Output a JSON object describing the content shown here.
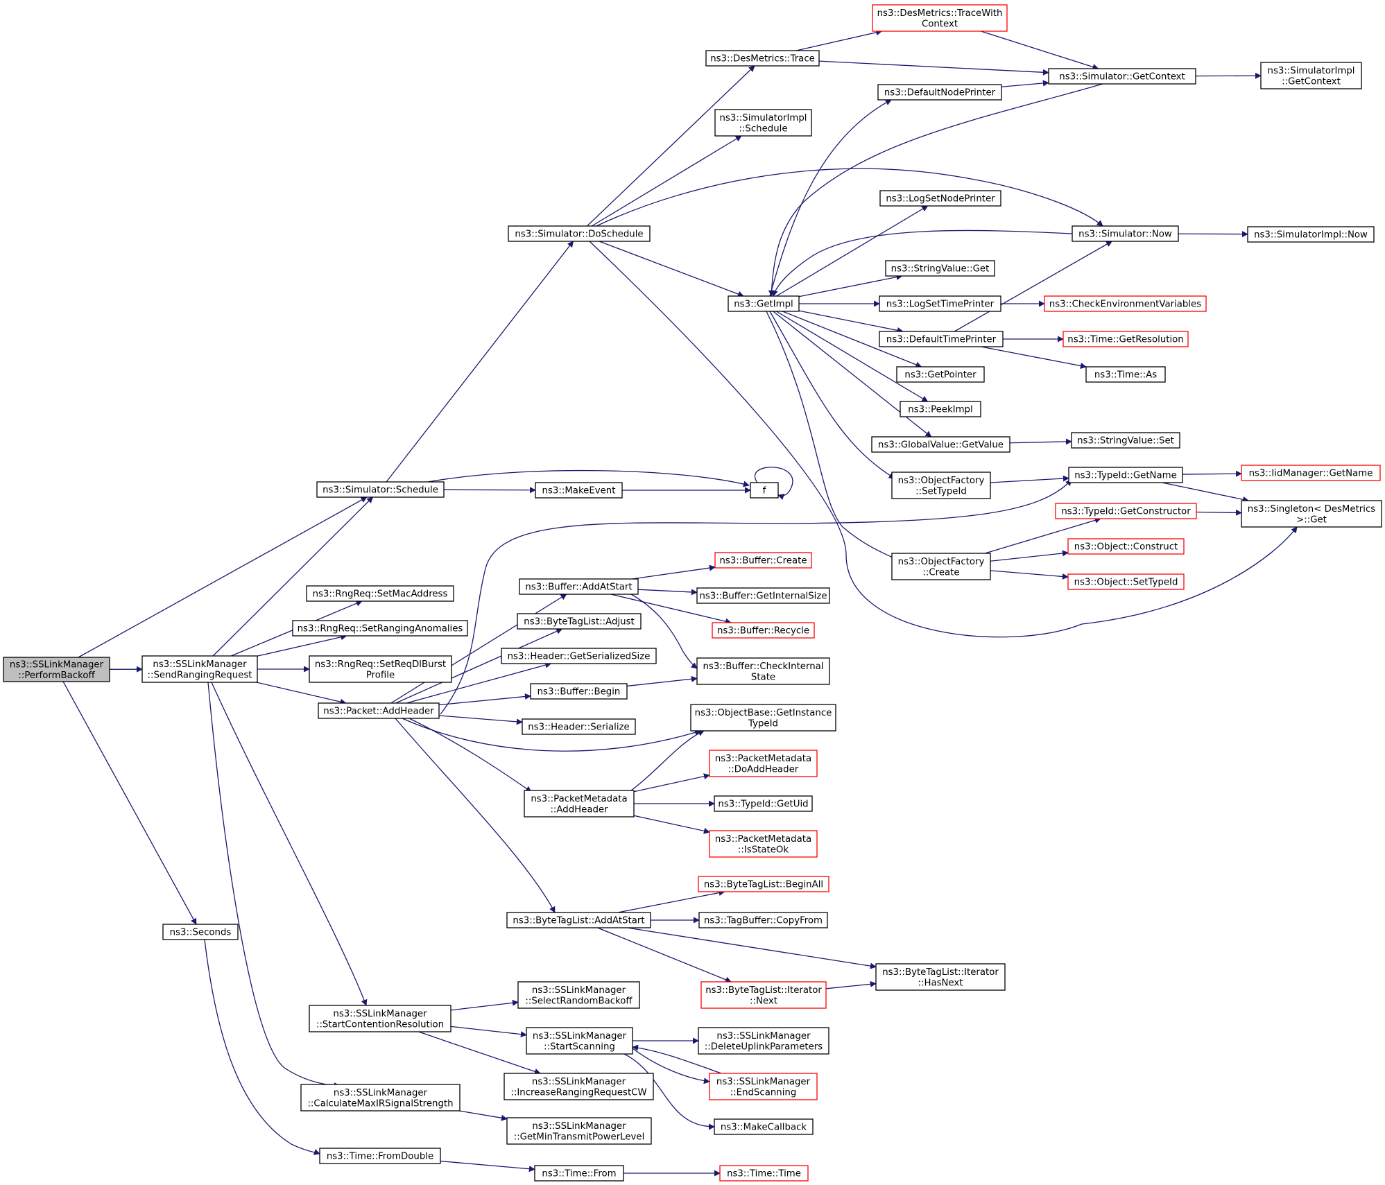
{
  "colors": {
    "edge": "#191970",
    "node_border": "#000000",
    "node_border_link": "#ff0000",
    "node_fill": "#ffffff",
    "node_fill_focus": "#bfbfbf"
  },
  "nodes": [
    {
      "id": "perform_backoff",
      "lines": [
        "ns3::SSLinkManager",
        "::PerformBackoff"
      ],
      "style": "focus"
    },
    {
      "id": "send_ranging_request",
      "lines": [
        "ns3::SSLinkManager",
        "::SendRangingRequest"
      ],
      "style": "normal"
    },
    {
      "id": "seconds",
      "lines": [
        "ns3::Seconds"
      ],
      "style": "normal"
    },
    {
      "id": "simulator_schedule",
      "lines": [
        "ns3::Simulator::Schedule"
      ],
      "style": "normal"
    },
    {
      "id": "set_mac_address",
      "lines": [
        "ns3::RngReq::SetMacAddress"
      ],
      "style": "normal"
    },
    {
      "id": "set_ranging_anomalies",
      "lines": [
        "ns3::RngReq::SetRangingAnomalies"
      ],
      "style": "normal"
    },
    {
      "id": "set_req_dl_burst_profile",
      "lines": [
        "ns3::RngReq::SetReqDlBurst",
        "Profile"
      ],
      "style": "normal"
    },
    {
      "id": "packet_add_header",
      "lines": [
        "ns3::Packet::AddHeader"
      ],
      "style": "normal"
    },
    {
      "id": "start_contention_resolution",
      "lines": [
        "ns3::SSLinkManager",
        "::StartContentionResolution"
      ],
      "style": "normal"
    },
    {
      "id": "calculate_max_ir",
      "lines": [
        "ns3::SSLinkManager",
        "::CalculateMaxIRSignalStrength"
      ],
      "style": "normal"
    },
    {
      "id": "time_from_double",
      "lines": [
        "ns3::Time::FromDouble"
      ],
      "style": "normal"
    },
    {
      "id": "simulator_do_schedule",
      "lines": [
        "ns3::Simulator::DoSchedule"
      ],
      "style": "normal"
    },
    {
      "id": "make_event",
      "lines": [
        "ns3::MakeEvent"
      ],
      "style": "normal"
    },
    {
      "id": "f",
      "lines": [
        "f"
      ],
      "style": "normal"
    },
    {
      "id": "buffer_add_at_start",
      "lines": [
        "ns3::Buffer::AddAtStart"
      ],
      "style": "normal"
    },
    {
      "id": "byte_tag_list_adjust",
      "lines": [
        "ns3::ByteTagList::Adjust"
      ],
      "style": "normal"
    },
    {
      "id": "header_get_serialized_size",
      "lines": [
        "ns3::Header::GetSerializedSize"
      ],
      "style": "normal"
    },
    {
      "id": "buffer_begin",
      "lines": [
        "ns3::Buffer::Begin"
      ],
      "style": "normal"
    },
    {
      "id": "header_serialize",
      "lines": [
        "ns3::Header::Serialize"
      ],
      "style": "normal"
    },
    {
      "id": "packet_metadata_add_header",
      "lines": [
        "ns3::PacketMetadata",
        "::AddHeader"
      ],
      "style": "normal"
    },
    {
      "id": "byte_tag_list_add_at_start",
      "lines": [
        "ns3::ByteTagList::AddAtStart"
      ],
      "style": "normal"
    },
    {
      "id": "select_random_backoff",
      "lines": [
        "ns3::SSLinkManager",
        "::SelectRandomBackoff"
      ],
      "style": "normal"
    },
    {
      "id": "start_scanning",
      "lines": [
        "ns3::SSLinkManager",
        "::StartScanning"
      ],
      "style": "normal"
    },
    {
      "id": "increase_ranging_request_cw",
      "lines": [
        "ns3::SSLinkManager",
        "::IncreaseRangingRequestCW"
      ],
      "style": "normal"
    },
    {
      "id": "get_min_transmit_power_level",
      "lines": [
        "ns3::SSLinkManager",
        "::GetMinTransmitPowerLevel"
      ],
      "style": "normal"
    },
    {
      "id": "time_from",
      "lines": [
        "ns3::Time::From"
      ],
      "style": "normal"
    },
    {
      "id": "des_metrics_trace",
      "lines": [
        "ns3::DesMetrics::Trace"
      ],
      "style": "normal"
    },
    {
      "id": "simulator_impl_schedule",
      "lines": [
        "ns3::SimulatorImpl",
        "::Schedule"
      ],
      "style": "normal"
    },
    {
      "id": "get_impl",
      "lines": [
        "ns3::GetImpl"
      ],
      "style": "normal"
    },
    {
      "id": "buffer_create",
      "lines": [
        "ns3::Buffer::Create"
      ],
      "style": "link"
    },
    {
      "id": "buffer_get_internal_size",
      "lines": [
        "ns3::Buffer::GetInternalSize"
      ],
      "style": "normal"
    },
    {
      "id": "buffer_recycle",
      "lines": [
        "ns3::Buffer::Recycle"
      ],
      "style": "link"
    },
    {
      "id": "buffer_check_internal_state",
      "lines": [
        "ns3::Buffer::CheckInternal",
        "State"
      ],
      "style": "normal"
    },
    {
      "id": "object_base_get_instance_type_id",
      "lines": [
        "ns3::ObjectBase::GetInstance",
        "TypeId"
      ],
      "style": "normal"
    },
    {
      "id": "packet_metadata_do_add_header",
      "lines": [
        "ns3::PacketMetadata",
        "::DoAddHeader"
      ],
      "style": "link"
    },
    {
      "id": "type_id_get_uid",
      "lines": [
        "ns3::TypeId::GetUid"
      ],
      "style": "normal"
    },
    {
      "id": "packet_metadata_is_state_ok",
      "lines": [
        "ns3::PacketMetadata",
        "::IsStateOk"
      ],
      "style": "link"
    },
    {
      "id": "byte_tag_list_begin_all",
      "lines": [
        "ns3::ByteTagList::BeginAll"
      ],
      "style": "link"
    },
    {
      "id": "tag_buffer_copy_from",
      "lines": [
        "ns3::TagBuffer::CopyFrom"
      ],
      "style": "normal"
    },
    {
      "id": "byte_tag_list_iterator_next",
      "lines": [
        "ns3::ByteTagList::Iterator",
        "::Next"
      ],
      "style": "link"
    },
    {
      "id": "delete_uplink_parameters",
      "lines": [
        "ns3::SSLinkManager",
        "::DeleteUplinkParameters"
      ],
      "style": "normal"
    },
    {
      "id": "end_scanning",
      "lines": [
        "ns3::SSLinkManager",
        "::EndScanning"
      ],
      "style": "link"
    },
    {
      "id": "make_callback",
      "lines": [
        "ns3::MakeCallback"
      ],
      "style": "normal"
    },
    {
      "id": "time_time",
      "lines": [
        "ns3::Time::Time"
      ],
      "style": "link"
    },
    {
      "id": "des_metrics_trace_with_context",
      "lines": [
        "ns3::DesMetrics::TraceWith",
        "Context"
      ],
      "style": "link"
    },
    {
      "id": "simulator_get_context",
      "lines": [
        "ns3::Simulator::GetContext"
      ],
      "style": "normal"
    },
    {
      "id": "default_node_printer",
      "lines": [
        "ns3::DefaultNodePrinter"
      ],
      "style": "normal"
    },
    {
      "id": "log_set_node_printer",
      "lines": [
        "ns3::LogSetNodePrinter"
      ],
      "style": "normal"
    },
    {
      "id": "simulator_now",
      "lines": [
        "ns3::Simulator::Now"
      ],
      "style": "normal"
    },
    {
      "id": "string_value_get",
      "lines": [
        "ns3::StringValue::Get"
      ],
      "style": "normal"
    },
    {
      "id": "log_set_time_printer",
      "lines": [
        "ns3::LogSetTimePrinter"
      ],
      "style": "normal"
    },
    {
      "id": "default_time_printer",
      "lines": [
        "ns3::DefaultTimePrinter"
      ],
      "style": "normal"
    },
    {
      "id": "get_pointer",
      "lines": [
        "ns3::GetPointer"
      ],
      "style": "normal"
    },
    {
      "id": "peek_impl",
      "lines": [
        "ns3::PeekImpl"
      ],
      "style": "normal"
    },
    {
      "id": "global_value_get_value",
      "lines": [
        "ns3::GlobalValue::GetValue"
      ],
      "style": "normal"
    },
    {
      "id": "object_factory_set_type_id",
      "lines": [
        "ns3::ObjectFactory",
        "::SetTypeId"
      ],
      "style": "normal"
    },
    {
      "id": "object_factory_create",
      "lines": [
        "ns3::ObjectFactory",
        "::Create"
      ],
      "style": "normal"
    },
    {
      "id": "byte_tag_list_iterator_has_next",
      "lines": [
        "ns3::ByteTagList::Iterator",
        "::HasNext"
      ],
      "style": "normal"
    },
    {
      "id": "simulator_impl_get_context",
      "lines": [
        "ns3::SimulatorImpl",
        "::GetContext"
      ],
      "style": "normal"
    },
    {
      "id": "simulator_impl_now",
      "lines": [
        "ns3::SimulatorImpl::Now"
      ],
      "style": "normal"
    },
    {
      "id": "check_environment_variables",
      "lines": [
        "ns3::CheckEnvironmentVariables"
      ],
      "style": "link"
    },
    {
      "id": "time_get_resolution",
      "lines": [
        "ns3::Time::GetResolution"
      ],
      "style": "link"
    },
    {
      "id": "time_as",
      "lines": [
        "ns3::Time::As"
      ],
      "style": "normal"
    },
    {
      "id": "string_value_set",
      "lines": [
        "ns3::StringValue::Set"
      ],
      "style": "normal"
    },
    {
      "id": "type_id_get_name",
      "lines": [
        "ns3::TypeId::GetName"
      ],
      "style": "normal"
    },
    {
      "id": "type_id_get_constructor",
      "lines": [
        "ns3::TypeId::GetConstructor"
      ],
      "style": "link"
    },
    {
      "id": "object_construct",
      "lines": [
        "ns3::Object::Construct"
      ],
      "style": "link"
    },
    {
      "id": "object_set_type_id",
      "lines": [
        "ns3::Object::SetTypeId"
      ],
      "style": "link"
    },
    {
      "id": "iid_manager_get_name",
      "lines": [
        "ns3::IidManager::GetName"
      ],
      "style": "link"
    },
    {
      "id": "singleton_get",
      "lines": [
        "ns3::Singleton< DesMetrics",
        " >::Get"
      ],
      "style": "normal"
    }
  ],
  "edges": [
    [
      "perform_backoff",
      "simulator_schedule"
    ],
    [
      "perform_backoff",
      "send_ranging_request"
    ],
    [
      "perform_backoff",
      "seconds"
    ],
    [
      "send_ranging_request",
      "simulator_schedule"
    ],
    [
      "send_ranging_request",
      "set_mac_address"
    ],
    [
      "send_ranging_request",
      "set_ranging_anomalies"
    ],
    [
      "send_ranging_request",
      "set_req_dl_burst_profile"
    ],
    [
      "send_ranging_request",
      "packet_add_header"
    ],
    [
      "send_ranging_request",
      "start_contention_resolution"
    ],
    [
      "send_ranging_request",
      "calculate_max_ir"
    ],
    [
      "seconds",
      "time_from_double"
    ],
    [
      "simulator_schedule",
      "simulator_do_schedule"
    ],
    [
      "simulator_schedule",
      "make_event"
    ],
    [
      "simulator_schedule",
      "f"
    ],
    [
      "make_event",
      "f"
    ],
    [
      "f",
      "f"
    ],
    [
      "packet_add_header",
      "buffer_add_at_start"
    ],
    [
      "packet_add_header",
      "byte_tag_list_adjust"
    ],
    [
      "packet_add_header",
      "header_get_serialized_size"
    ],
    [
      "packet_add_header",
      "buffer_begin"
    ],
    [
      "packet_add_header",
      "header_serialize"
    ],
    [
      "packet_add_header",
      "object_base_get_instance_type_id"
    ],
    [
      "packet_add_header",
      "packet_metadata_add_header"
    ],
    [
      "packet_add_header",
      "byte_tag_list_add_at_start"
    ],
    [
      "packet_add_header",
      "type_id_get_name"
    ],
    [
      "start_contention_resolution",
      "select_random_backoff"
    ],
    [
      "start_contention_resolution",
      "start_scanning"
    ],
    [
      "start_contention_resolution",
      "increase_ranging_request_cw"
    ],
    [
      "calculate_max_ir",
      "get_min_transmit_power_level"
    ],
    [
      "time_from_double",
      "time_from"
    ],
    [
      "time_from",
      "time_time"
    ],
    [
      "simulator_do_schedule",
      "des_metrics_trace"
    ],
    [
      "simulator_do_schedule",
      "simulator_impl_schedule"
    ],
    [
      "simulator_do_schedule",
      "simulator_now"
    ],
    [
      "simulator_do_schedule",
      "get_impl"
    ],
    [
      "simulator_do_schedule",
      "singleton_get"
    ],
    [
      "des_metrics_trace",
      "des_metrics_trace_with_context"
    ],
    [
      "des_metrics_trace",
      "simulator_get_context"
    ],
    [
      "des_metrics_trace_with_context",
      "simulator_get_context"
    ],
    [
      "simulator_get_context",
      "simulator_impl_get_context"
    ],
    [
      "simulator_get_context",
      "get_impl"
    ],
    [
      "simulator_now",
      "simulator_impl_now"
    ],
    [
      "simulator_now",
      "get_impl"
    ],
    [
      "get_impl",
      "default_node_printer"
    ],
    [
      "get_impl",
      "log_set_node_printer"
    ],
    [
      "get_impl",
      "string_value_get"
    ],
    [
      "get_impl",
      "log_set_time_printer"
    ],
    [
      "get_impl",
      "default_time_printer"
    ],
    [
      "get_impl",
      "get_pointer"
    ],
    [
      "get_impl",
      "peek_impl"
    ],
    [
      "get_impl",
      "global_value_get_value"
    ],
    [
      "get_impl",
      "object_factory_set_type_id"
    ],
    [
      "get_impl",
      "object_factory_create"
    ],
    [
      "default_node_printer",
      "simulator_get_context"
    ],
    [
      "default_time_printer",
      "simulator_now"
    ],
    [
      "default_time_printer",
      "time_get_resolution"
    ],
    [
      "default_time_printer",
      "time_as"
    ],
    [
      "log_set_time_printer",
      "check_environment_variables"
    ],
    [
      "global_value_get_value",
      "string_value_set"
    ],
    [
      "object_factory_set_type_id",
      "type_id_get_name"
    ],
    [
      "object_factory_create",
      "type_id_get_constructor"
    ],
    [
      "object_factory_create",
      "object_construct"
    ],
    [
      "object_factory_create",
      "object_set_type_id"
    ],
    [
      "type_id_get_name",
      "iid_manager_get_name"
    ],
    [
      "type_id_get_name",
      "singleton_get"
    ],
    [
      "type_id_get_constructor",
      "singleton_get"
    ],
    [
      "buffer_add_at_start",
      "buffer_create"
    ],
    [
      "buffer_add_at_start",
      "buffer_get_internal_size"
    ],
    [
      "buffer_add_at_start",
      "buffer_recycle"
    ],
    [
      "buffer_add_at_start",
      "buffer_check_internal_state"
    ],
    [
      "buffer_begin",
      "buffer_check_internal_state"
    ],
    [
      "packet_metadata_add_header",
      "object_base_get_instance_type_id"
    ],
    [
      "packet_metadata_add_header",
      "packet_metadata_do_add_header"
    ],
    [
      "packet_metadata_add_header",
      "type_id_get_uid"
    ],
    [
      "packet_metadata_add_header",
      "packet_metadata_is_state_ok"
    ],
    [
      "byte_tag_list_add_at_start",
      "byte_tag_list_begin_all"
    ],
    [
      "byte_tag_list_add_at_start",
      "tag_buffer_copy_from"
    ],
    [
      "byte_tag_list_add_at_start",
      "byte_tag_list_iterator_next"
    ],
    [
      "byte_tag_list_add_at_start",
      "byte_tag_list_iterator_has_next"
    ],
    [
      "byte_tag_list_iterator_next",
      "byte_tag_list_iterator_has_next"
    ],
    [
      "start_scanning",
      "delete_uplink_parameters"
    ],
    [
      "start_scanning",
      "end_scanning"
    ],
    [
      "start_scanning",
      "make_callback"
    ],
    [
      "end_scanning",
      "start_scanning"
    ]
  ]
}
